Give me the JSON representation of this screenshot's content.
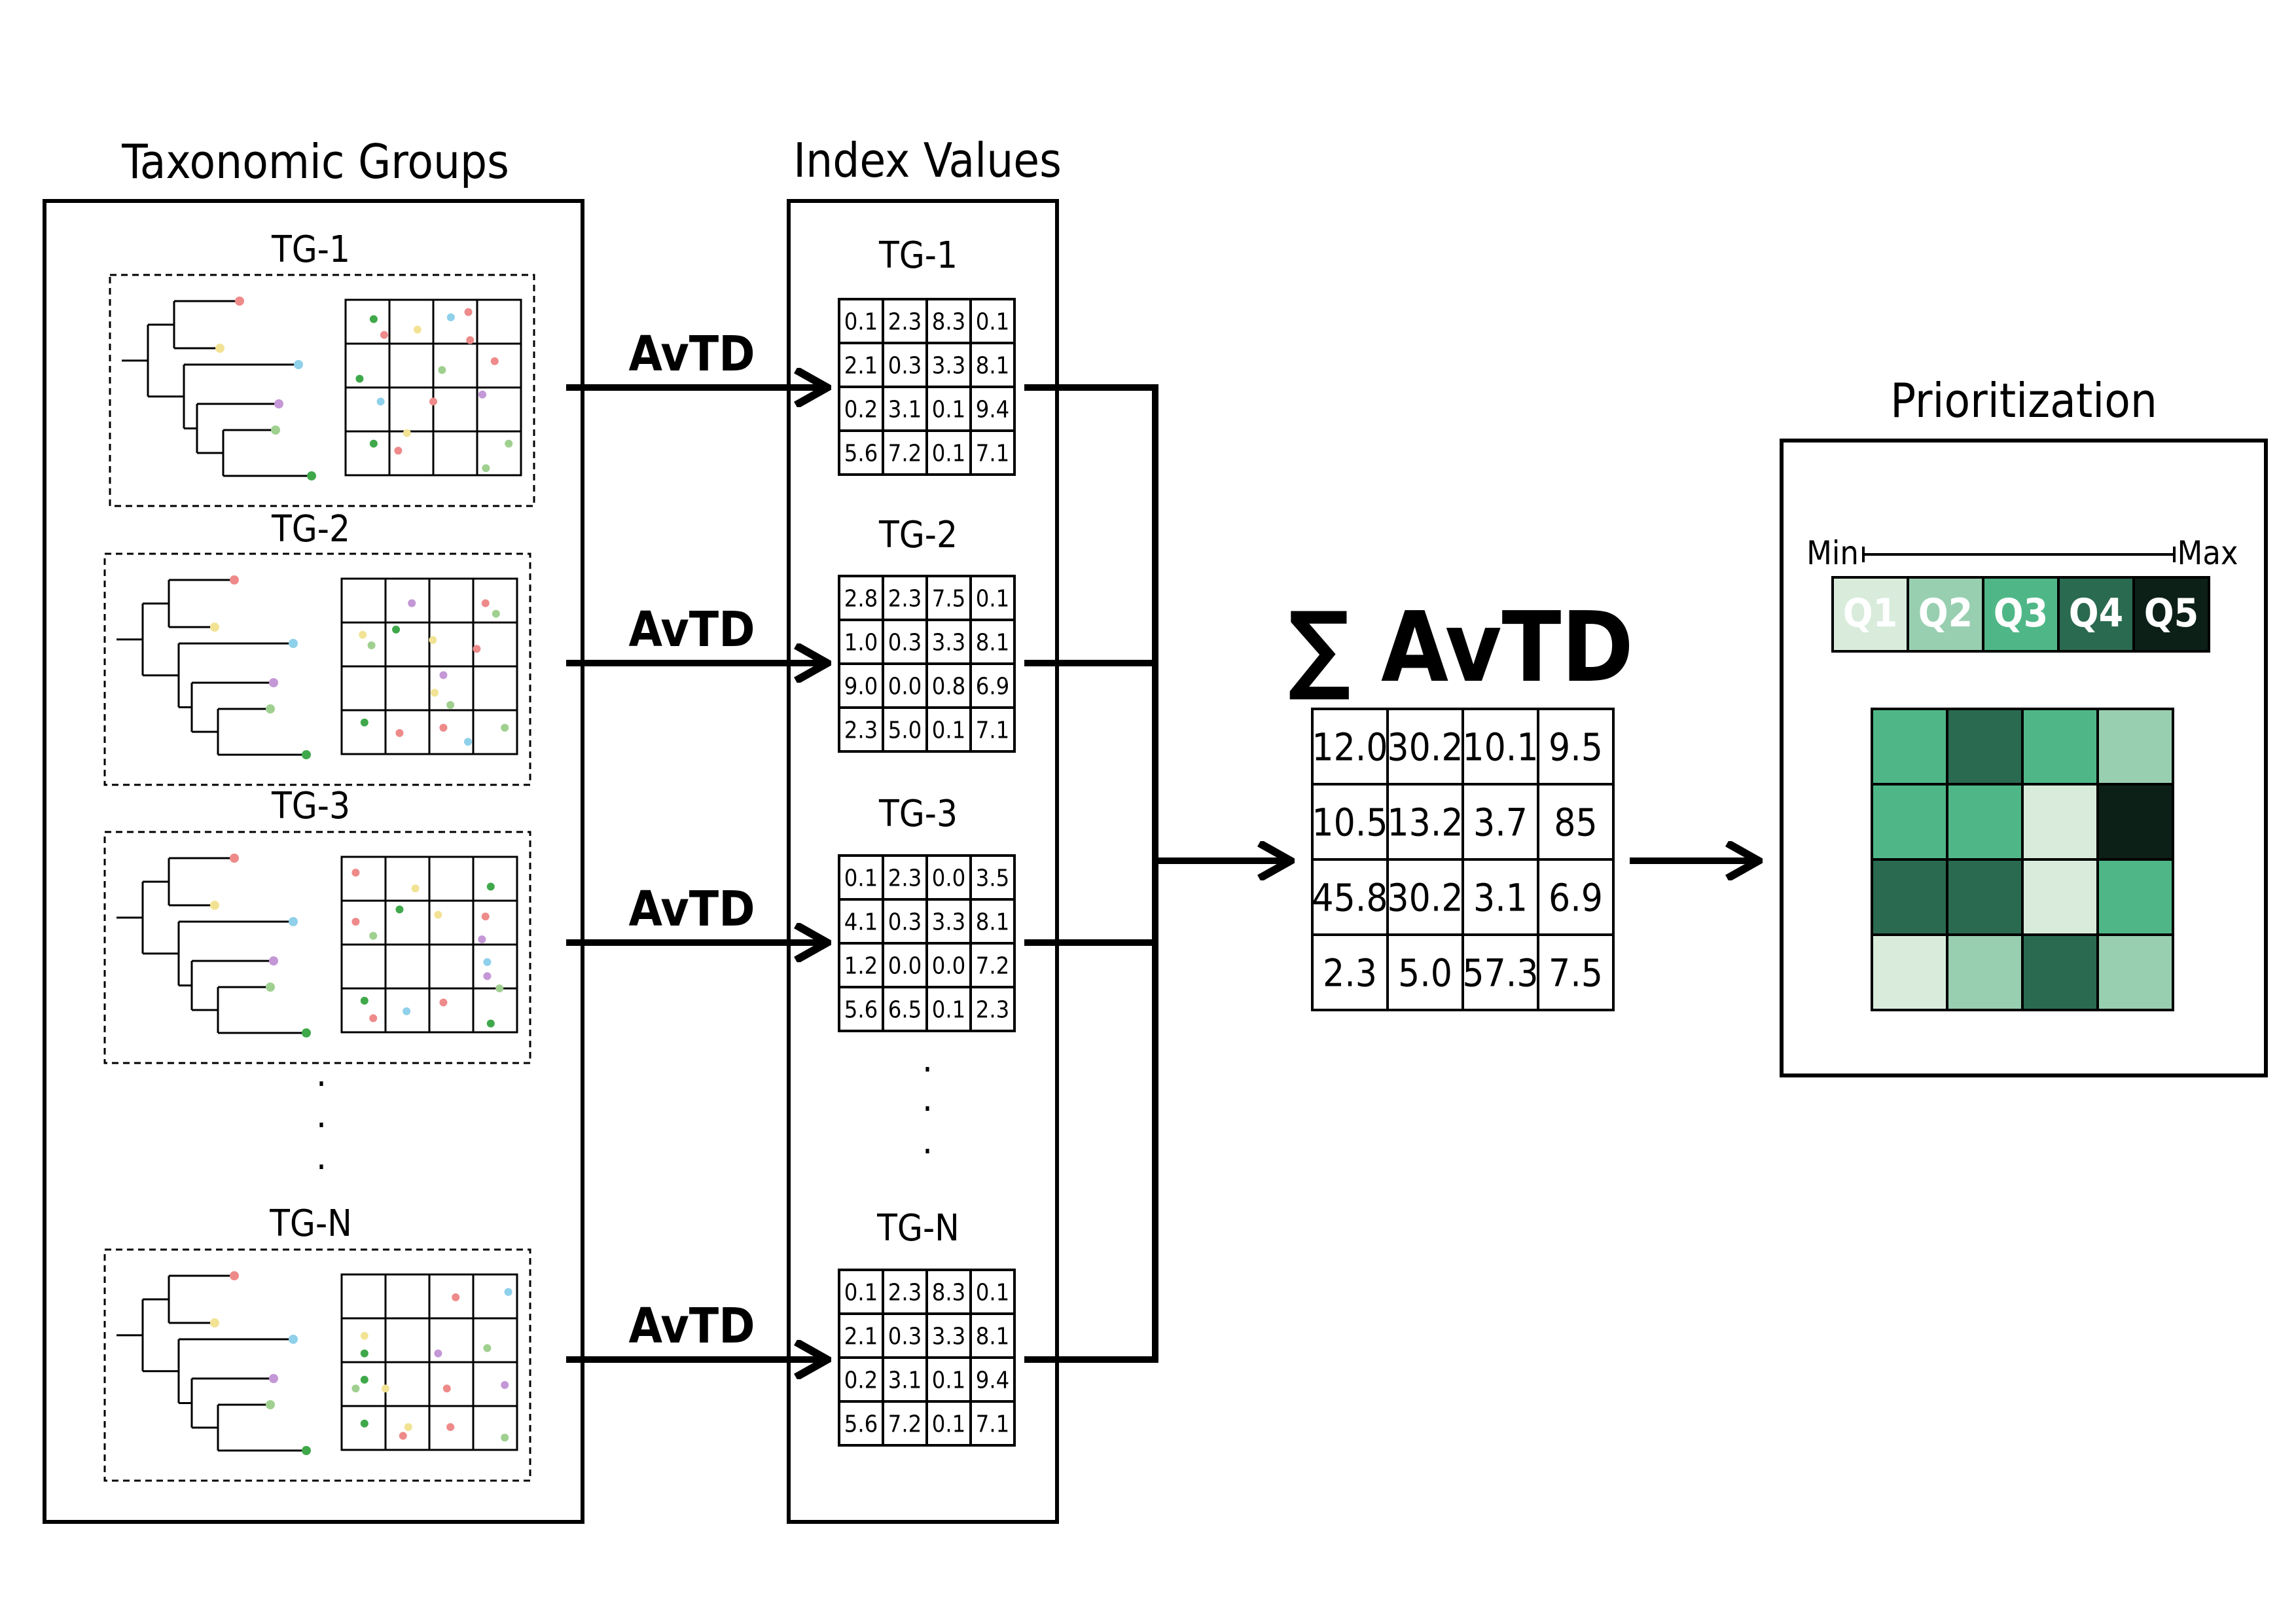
{
  "panels": {
    "taxonomic_groups": {
      "title": "Taxonomic Groups",
      "groups": [
        {
          "label": "TG-1"
        },
        {
          "label": "TG-2"
        },
        {
          "label": "TG-3"
        },
        {
          "label": "TG-N"
        }
      ],
      "ellipsis": "·"
    },
    "index_values": {
      "title": "Index Values",
      "tables": [
        {
          "label": "TG-1",
          "cells": [
            [
              "0.1",
              "2.3",
              "8.3",
              "0.1"
            ],
            [
              "2.1",
              "0.3",
              "3.3",
              "8.1"
            ],
            [
              "0.2",
              "3.1",
              "0.1",
              "9.4"
            ],
            [
              "5.6",
              "7.2",
              "0.1",
              "7.1"
            ]
          ]
        },
        {
          "label": "TG-2",
          "cells": [
            [
              "2.8",
              "2.3",
              "7.5",
              "0.1"
            ],
            [
              "1.0",
              "0.3",
              "3.3",
              "8.1"
            ],
            [
              "9.0",
              "0.0",
              "0.8",
              "6.9"
            ],
            [
              "2.3",
              "5.0",
              "0.1",
              "7.1"
            ]
          ]
        },
        {
          "label": "TG-3",
          "cells": [
            [
              "0.1",
              "2.3",
              "0.0",
              "3.5"
            ],
            [
              "4.1",
              "0.3",
              "3.3",
              "8.1"
            ],
            [
              "1.2",
              "0.0",
              "0.0",
              "7.2"
            ],
            [
              "5.6",
              "6.5",
              "0.1",
              "2.3"
            ]
          ]
        },
        {
          "label": "TG-N",
          "cells": [
            [
              "0.1",
              "2.3",
              "8.3",
              "0.1"
            ],
            [
              "2.1",
              "0.3",
              "3.3",
              "8.1"
            ],
            [
              "0.2",
              "3.1",
              "0.1",
              "9.4"
            ],
            [
              "5.6",
              "7.2",
              "0.1",
              "7.1"
            ]
          ]
        }
      ],
      "ellipsis": "·"
    },
    "arrows": {
      "label": "AvTD"
    },
    "sum": {
      "title": "∑ AvTD",
      "cells": [
        [
          "12.0",
          "30.2",
          "10.1",
          "9.5"
        ],
        [
          "10.5",
          "13.2",
          "3.7",
          "85"
        ],
        [
          "45.8",
          "30.2",
          "3.1",
          "6.9"
        ],
        [
          "2.3",
          "5.0",
          "57.3",
          "7.5"
        ]
      ]
    },
    "prioritization": {
      "title": "Prioritization",
      "scale_min": "Min",
      "scale_max": "Max",
      "quantiles": [
        {
          "label": "Q1",
          "color": "#d9ecdc"
        },
        {
          "label": "Q2",
          "color": "#98cfb0"
        },
        {
          "label": "Q3",
          "color": "#4fb787"
        },
        {
          "label": "Q4",
          "color": "#2a6a50"
        },
        {
          "label": "Q5",
          "color": "#0c2018"
        }
      ],
      "grid_quantiles": [
        [
          3,
          4,
          3,
          2
        ],
        [
          3,
          3,
          1,
          5
        ],
        [
          4,
          4,
          1,
          3
        ],
        [
          1,
          2,
          4,
          2
        ]
      ]
    }
  },
  "colors": {
    "stroke": "#000000",
    "dot_palette": [
      "#ee8a8a",
      "#f2e394",
      "#8fd0ea",
      "#c497d6",
      "#9fd08f",
      "#3fa84a"
    ]
  }
}
